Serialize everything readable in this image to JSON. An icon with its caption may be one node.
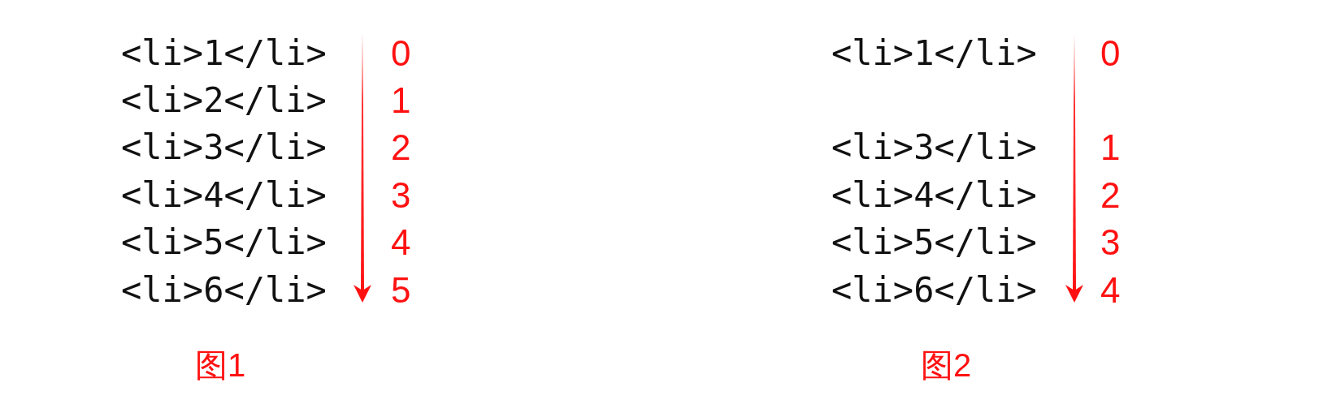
{
  "diagram": {
    "labels": [
      "<li>1</li>",
      "0",
      "<li>2</li>",
      "1",
      "<li>3</li>",
      "2",
      "<li>4</li>",
      "3",
      "<li>5</li>",
      "4",
      "<li>6</li>",
      "5",
      "图1",
      "<li>1</li>",
      "0",
      "<li>3</li>",
      "1",
      "<li>4</li>",
      "2",
      "<li>5</li>",
      "3",
      "<li>6</li>",
      "4",
      "图2"
    ]
  }
}
